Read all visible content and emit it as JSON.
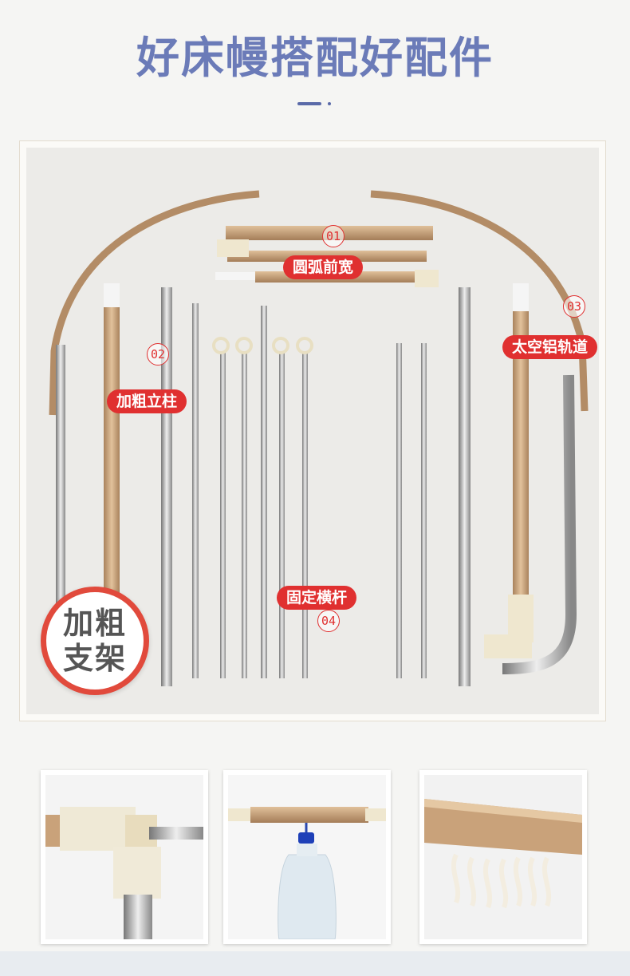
{
  "title": "好床幔搭配好配件",
  "labels": {
    "l1": {
      "num": "01",
      "text": "圆弧前宽"
    },
    "l2": {
      "num": "02",
      "text": "加粗立柱"
    },
    "l3": {
      "num": "03",
      "text": "太空铝轨道"
    },
    "l4": {
      "num": "04",
      "text": "固定横杆"
    }
  },
  "badge": {
    "line1": "加粗",
    "line2": "支架"
  },
  "colors": {
    "title": "#6b7bb8",
    "label": "#e03030",
    "gold": "#c9a27a",
    "steel": "#b8b8b8"
  }
}
